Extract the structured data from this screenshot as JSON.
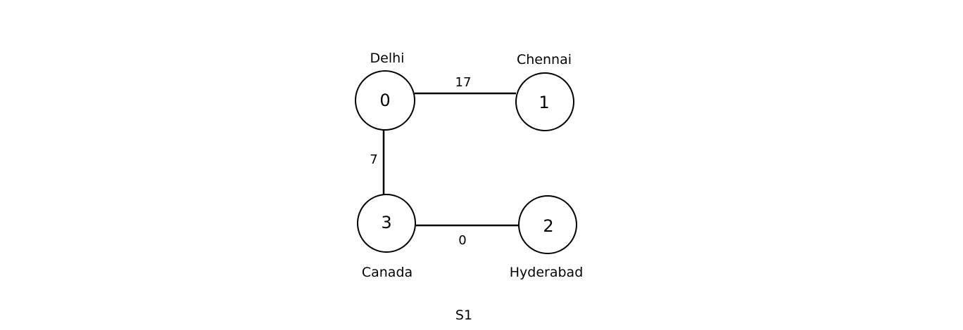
{
  "graph": {
    "nodes": [
      {
        "id": "0",
        "name": "Delhi"
      },
      {
        "id": "1",
        "name": "Chennai"
      },
      {
        "id": "2",
        "name": "Hyderabad"
      },
      {
        "id": "3",
        "name": "Canada"
      }
    ],
    "edges": [
      {
        "from": "0",
        "to": "1",
        "weight": "17"
      },
      {
        "from": "0",
        "to": "3",
        "weight": "7"
      },
      {
        "from": "3",
        "to": "2",
        "weight": "0"
      }
    ]
  },
  "caption": "S1"
}
